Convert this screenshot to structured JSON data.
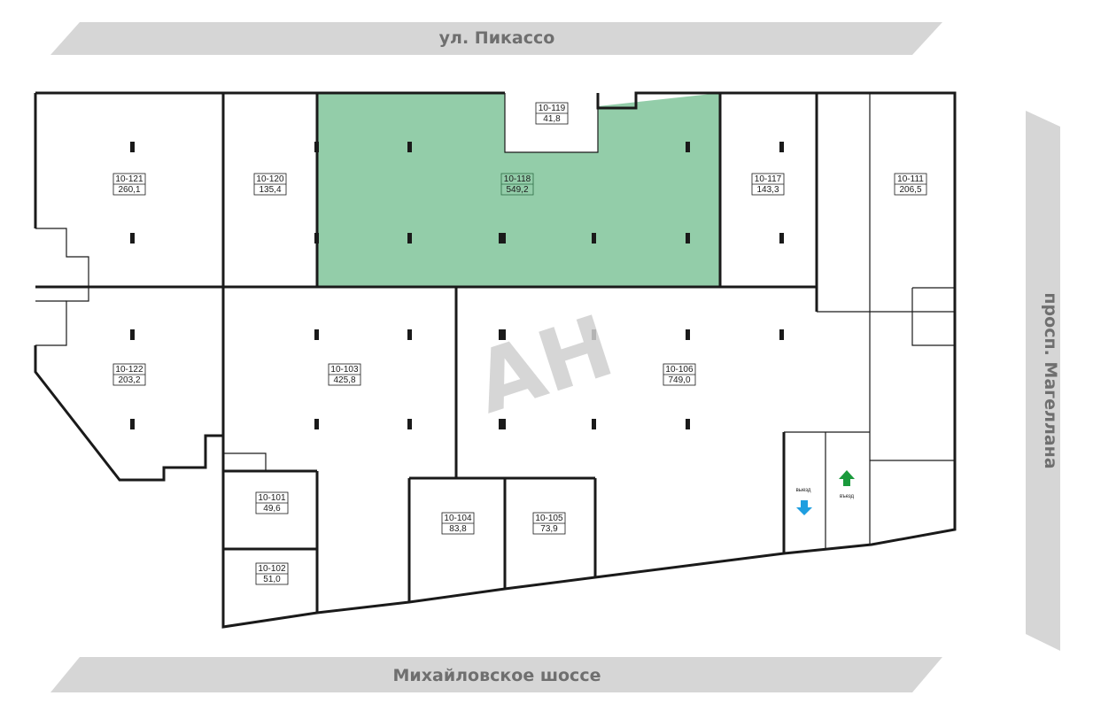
{
  "streets": {
    "top": "ул. Пикассо",
    "bottom": "Михайловское шоссе",
    "right": "просп. Магеллана"
  },
  "watermark": "AH",
  "units": [
    {
      "id": "10-121",
      "area": "260,1",
      "highlighted": false
    },
    {
      "id": "10-120",
      "area": "135,4",
      "highlighted": false
    },
    {
      "id": "10-119",
      "area": "41,8",
      "highlighted": false
    },
    {
      "id": "10-118",
      "area": "549,2",
      "highlighted": true
    },
    {
      "id": "10-117",
      "area": "143,3",
      "highlighted": false
    },
    {
      "id": "10-111",
      "area": "206,5",
      "highlighted": false
    },
    {
      "id": "10-122",
      "area": "203,2",
      "highlighted": false
    },
    {
      "id": "10-103",
      "area": "425,8",
      "highlighted": false
    },
    {
      "id": "10-106",
      "area": "749,0",
      "highlighted": false
    },
    {
      "id": "10-101",
      "area": "49,6",
      "highlighted": false
    },
    {
      "id": "10-102",
      "area": "51,0",
      "highlighted": false
    },
    {
      "id": "10-104",
      "area": "83,8",
      "highlighted": false
    },
    {
      "id": "10-105",
      "area": "73,9",
      "highlighted": false
    }
  ],
  "driveway": {
    "exit_label": "выезд",
    "entry_label": "въезд",
    "exit_color": "#1e9ee0",
    "entry_color": "#1a9a3c"
  },
  "colors": {
    "highlight": "#93cda9",
    "street_band": "#d6d6d6",
    "street_text": "#6f6f6f",
    "wall": "#1a1a1a"
  }
}
